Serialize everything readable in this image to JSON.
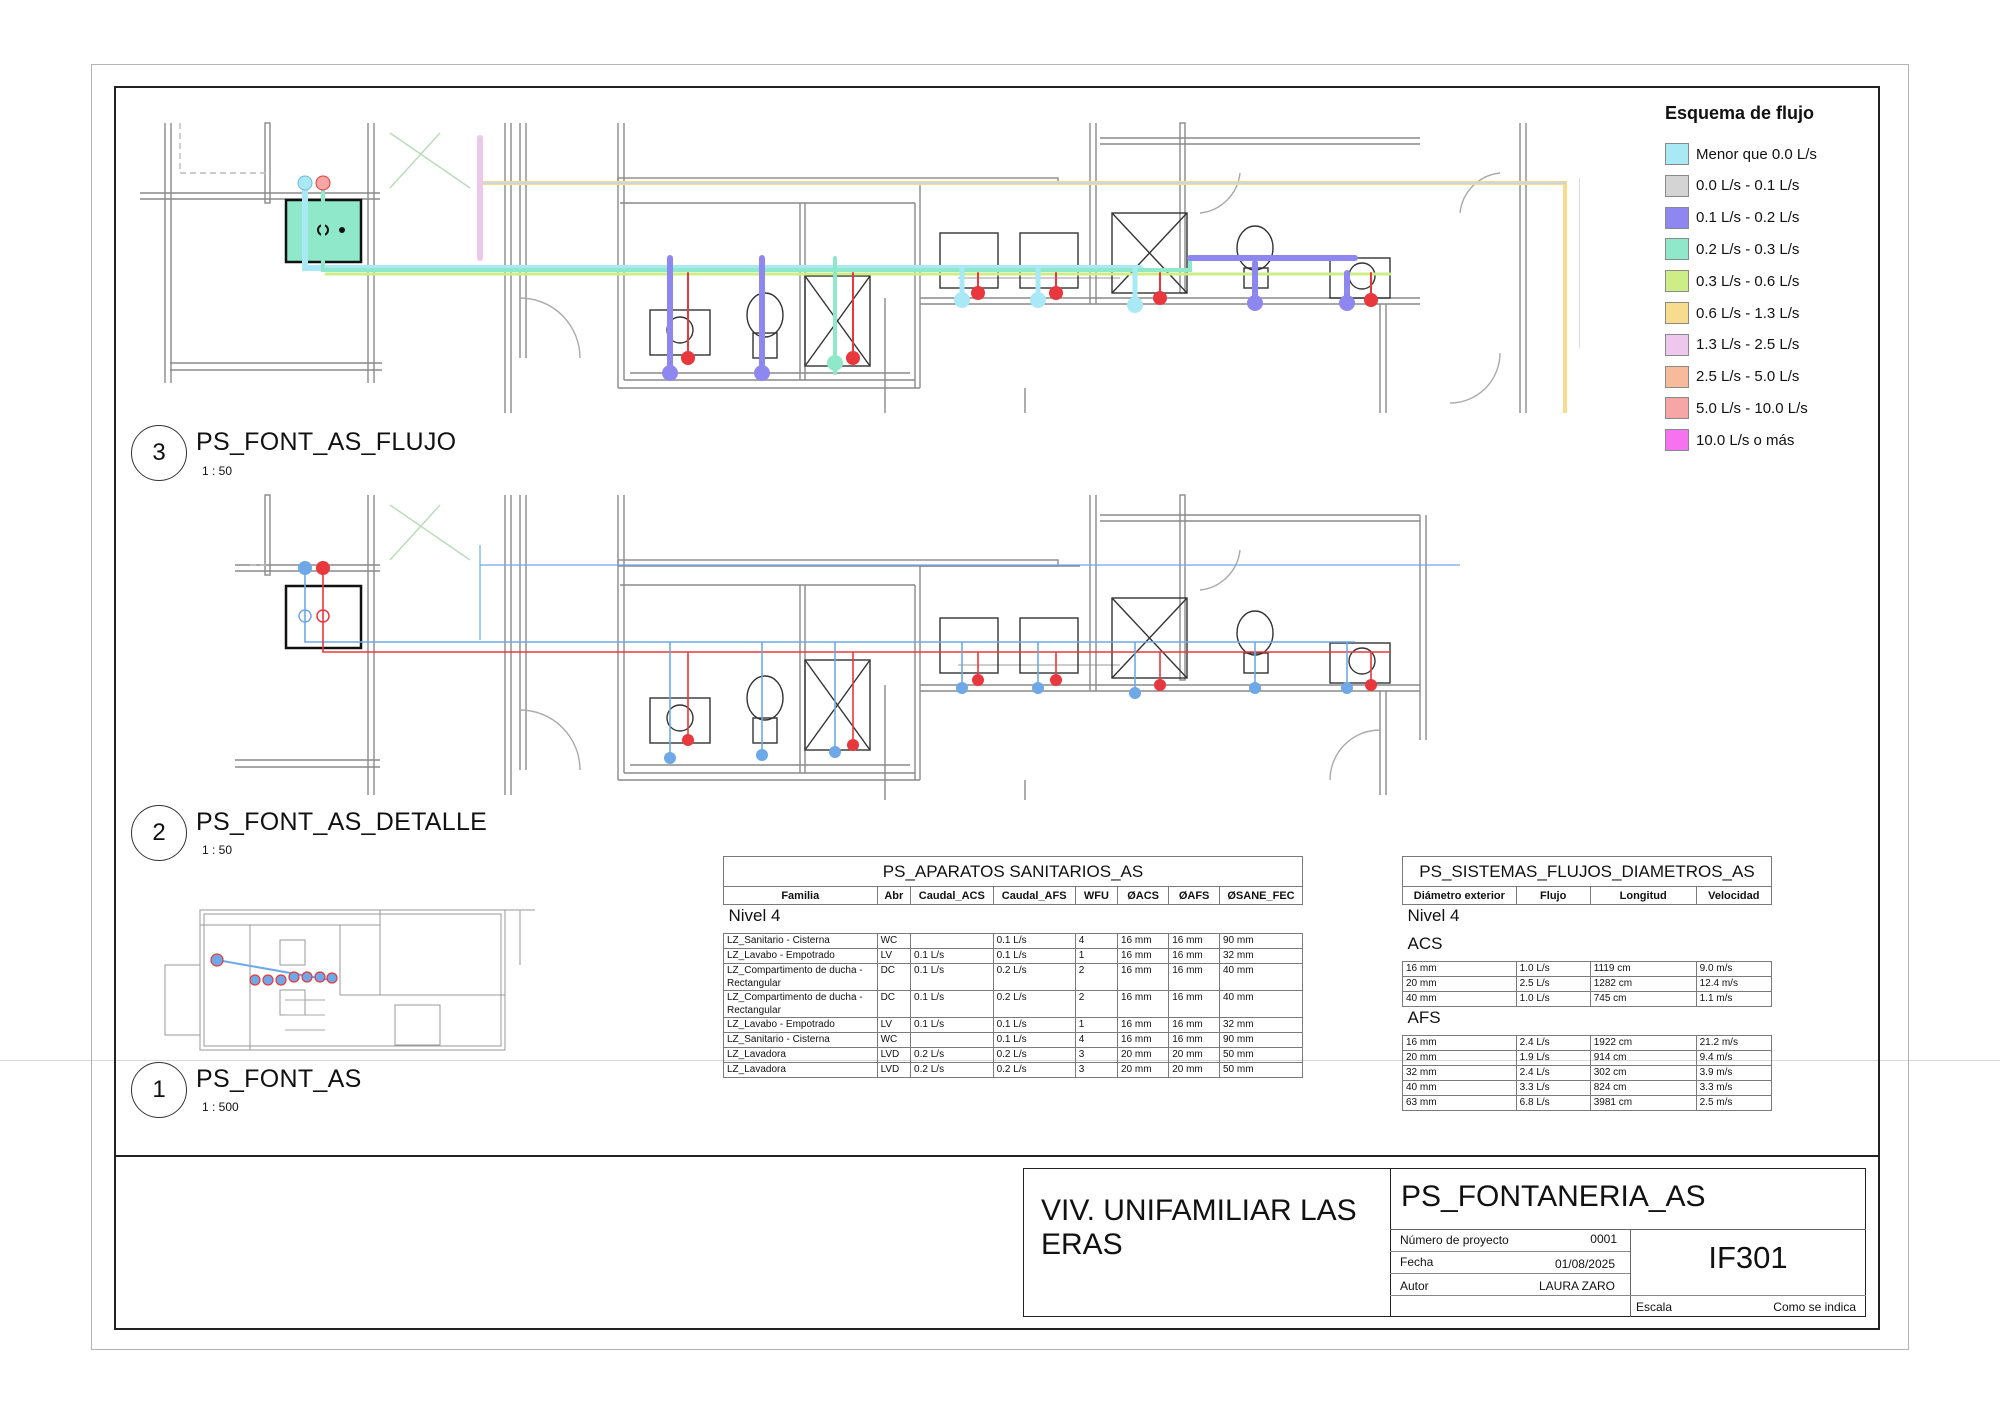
{
  "legend": {
    "title": "Esquema de flujo",
    "items": [
      {
        "label": "Menor que 0.0 L/s",
        "color": "#a9e9f5"
      },
      {
        "label": "0.0 L/s - 0.1 L/s",
        "color": "#d4d4d4"
      },
      {
        "label": "0.1 L/s - 0.2 L/s",
        "color": "#8f87f0"
      },
      {
        "label": "0.2 L/s - 0.3 L/s",
        "color": "#8ee8c9"
      },
      {
        "label": "0.3 L/s - 0.6 L/s",
        "color": "#cdee86"
      },
      {
        "label": "0.6 L/s - 1.3 L/s",
        "color": "#f6dc8c"
      },
      {
        "label": "1.3 L/s - 2.5 L/s",
        "color": "#eec8ec"
      },
      {
        "label": "2.5 L/s - 5.0 L/s",
        "color": "#f7bb9c"
      },
      {
        "label": "5.0 L/s - 10.0 L/s",
        "color": "#f7a6a6"
      },
      {
        "label": "10.0 L/s o más",
        "color": "#f772ef"
      }
    ]
  },
  "views": [
    {
      "number": "3",
      "title": "PS_FONT_AS_FLUJO",
      "scale": "1 : 50"
    },
    {
      "number": "2",
      "title": "PS_FONT_AS_DETALLE",
      "scale": "1 : 50"
    },
    {
      "number": "1",
      "title": "PS_FONT_AS",
      "scale": "1 : 500"
    }
  ],
  "colors": {
    "hot_water": "#e8383d",
    "cold_water": "#6fa8e6",
    "wall": "#8a8a8a"
  },
  "fixtures_table": {
    "title": "PS_APARATOS SANITARIOS_AS",
    "headers": [
      "Familia",
      "Abr",
      "Caudal_ACS",
      "Caudal_AFS",
      "WFU",
      "ØACS",
      "ØAFS",
      "ØSANE_FEC"
    ],
    "group": "Nivel 4",
    "rows": [
      [
        "LZ_Sanitario - Cisterna",
        "WC",
        "",
        "0.1 L/s",
        "4",
        "16 mm",
        "16 mm",
        "90 mm"
      ],
      [
        "LZ_Lavabo - Empotrado",
        "LV",
        "0.1 L/s",
        "0.1 L/s",
        "1",
        "16 mm",
        "16 mm",
        "32 mm"
      ],
      [
        "LZ_Compartimento de ducha - Rectangular",
        "DC",
        "0.1 L/s",
        "0.2 L/s",
        "2",
        "16 mm",
        "16 mm",
        "40 mm"
      ],
      [
        "LZ_Compartimento de ducha - Rectangular",
        "DC",
        "0.1 L/s",
        "0.2 L/s",
        "2",
        "16 mm",
        "16 mm",
        "40 mm"
      ],
      [
        "LZ_Lavabo - Empotrado",
        "LV",
        "0.1 L/s",
        "0.1 L/s",
        "1",
        "16 mm",
        "16 mm",
        "32 mm"
      ],
      [
        "LZ_Sanitario - Cisterna",
        "WC",
        "",
        "0.1 L/s",
        "4",
        "16 mm",
        "16 mm",
        "90 mm"
      ],
      [
        "LZ_Lavadora",
        "LVD",
        "0.2 L/s",
        "0.2 L/s",
        "3",
        "20 mm",
        "20 mm",
        "50 mm"
      ],
      [
        "LZ_Lavadora",
        "LVD",
        "0.2 L/s",
        "0.2 L/s",
        "3",
        "20 mm",
        "20 mm",
        "50 mm"
      ]
    ]
  },
  "systems_table": {
    "title": "PS_SISTEMAS_FLUJOS_DIAMETROS_AS",
    "headers": [
      "Diámetro exterior",
      "Flujo",
      "Longitud",
      "Velocidad"
    ],
    "level": "Nivel 4",
    "groups": [
      {
        "name": "ACS",
        "rows": [
          [
            "16 mm",
            "1.0 L/s",
            "1119 cm",
            "9.0 m/s"
          ],
          [
            "20 mm",
            "2.5 L/s",
            "1282 cm",
            "12.4 m/s"
          ],
          [
            "40 mm",
            "1.0 L/s",
            "745 cm",
            "1.1 m/s"
          ]
        ]
      },
      {
        "name": "AFS",
        "rows": [
          [
            "16 mm",
            "2.4 L/s",
            "1922 cm",
            "21.2 m/s"
          ],
          [
            "20 mm",
            "1.9 L/s",
            "914 cm",
            "9.4 m/s"
          ],
          [
            "32 mm",
            "2.4 L/s",
            "302 cm",
            "3.9 m/s"
          ],
          [
            "40 mm",
            "3.3 L/s",
            "824 cm",
            "3.3 m/s"
          ],
          [
            "63 mm",
            "6.8 L/s",
            "3981 cm",
            "2.5 m/s"
          ]
        ]
      }
    ]
  },
  "title_block": {
    "project": "VIV. UNIFAMILIAR LAS ERAS",
    "sheet_name": "PS_FONTANERIA_AS",
    "project_number_label": "Número de proyecto",
    "project_number": "0001",
    "date_label": "Fecha",
    "date": "01/08/2025",
    "author_label": "Autor",
    "author": "LAURA ZARO",
    "scale_label": "Escala",
    "scale": "Como se indica",
    "sheet_number": "IF301"
  }
}
